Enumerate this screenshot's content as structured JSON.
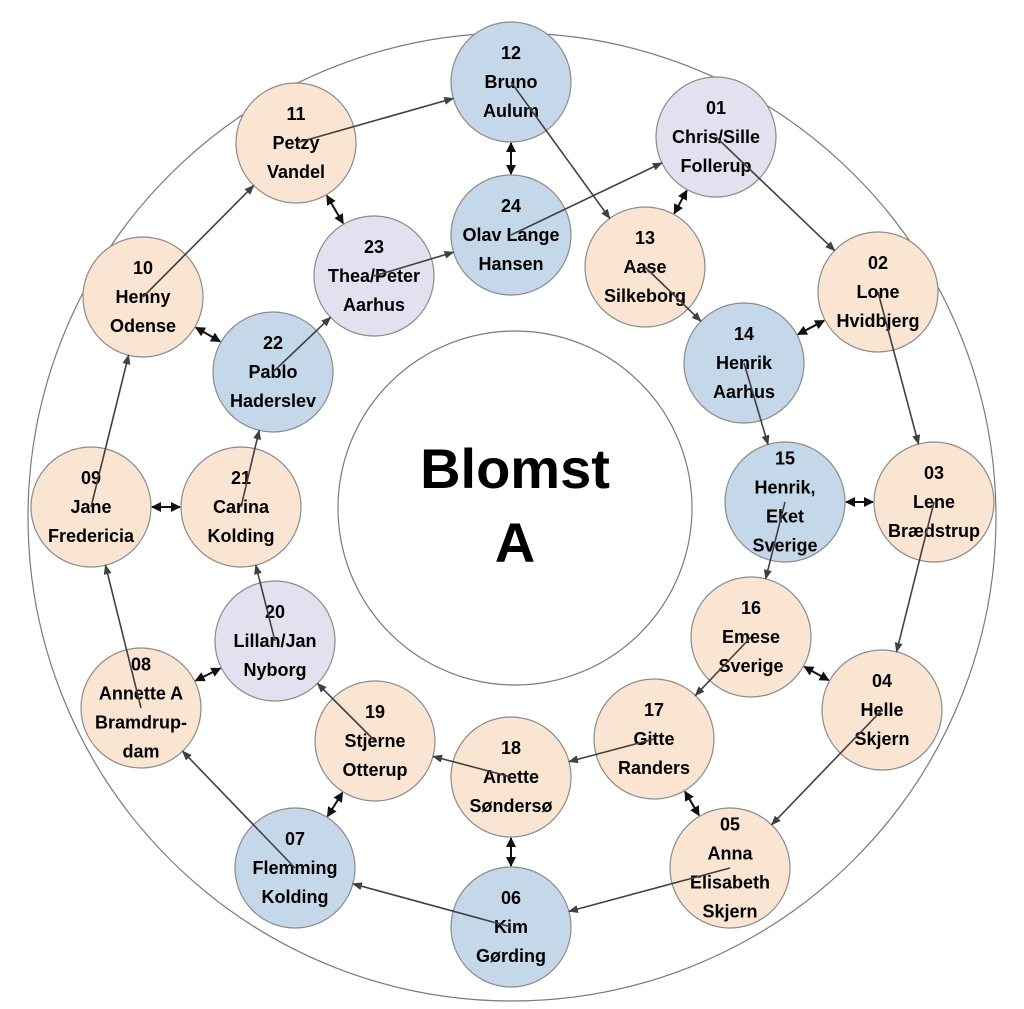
{
  "center": {
    "line1": "Blomst",
    "line2": "A"
  },
  "colors": {
    "peach": "#fae5d3",
    "blue": "#c5d8ea",
    "lavender": "#e4e0f0"
  },
  "nodes": [
    {
      "id": "01",
      "lines": [
        "01",
        "Chris/Sille",
        "Follerup"
      ],
      "color": "lavender"
    },
    {
      "id": "02",
      "lines": [
        "02",
        "Lone",
        "Hvidbjerg"
      ],
      "color": "peach"
    },
    {
      "id": "03",
      "lines": [
        "03",
        "Lene",
        "Brædstrup"
      ],
      "color": "peach"
    },
    {
      "id": "04",
      "lines": [
        "04",
        "Helle",
        "Skjern"
      ],
      "color": "peach"
    },
    {
      "id": "05",
      "lines": [
        "05",
        "Anna",
        "Elisabeth",
        "Skjern"
      ],
      "color": "peach"
    },
    {
      "id": "06",
      "lines": [
        "06",
        "Kim",
        "Gørding"
      ],
      "color": "blue"
    },
    {
      "id": "07",
      "lines": [
        "07",
        "Flemming",
        "Kolding"
      ],
      "color": "blue"
    },
    {
      "id": "08",
      "lines": [
        "08",
        "Annette A",
        "Bramdrup-",
        "dam"
      ],
      "color": "peach"
    },
    {
      "id": "09",
      "lines": [
        "09",
        "Jane",
        "Fredericia"
      ],
      "color": "peach"
    },
    {
      "id": "10",
      "lines": [
        "10",
        "Henny",
        "Odense"
      ],
      "color": "peach"
    },
    {
      "id": "11",
      "lines": [
        "11",
        "Petzy",
        "Vandel"
      ],
      "color": "peach"
    },
    {
      "id": "12",
      "lines": [
        "12",
        "Bruno",
        "Aulum"
      ],
      "color": "blue"
    },
    {
      "id": "13",
      "lines": [
        "13",
        "Aase",
        "Silkeborg"
      ],
      "color": "peach"
    },
    {
      "id": "14",
      "lines": [
        "14",
        "Henrik",
        "Aarhus"
      ],
      "color": "blue"
    },
    {
      "id": "15",
      "lines": [
        "15",
        "Henrik,",
        "Eket",
        "Sverige"
      ],
      "color": "blue"
    },
    {
      "id": "16",
      "lines": [
        "16",
        "Emese",
        "Sverige"
      ],
      "color": "peach"
    },
    {
      "id": "17",
      "lines": [
        "17",
        "Gitte",
        "Randers"
      ],
      "color": "peach"
    },
    {
      "id": "18",
      "lines": [
        "18",
        "Anette",
        "Søndersø"
      ],
      "color": "peach"
    },
    {
      "id": "19",
      "lines": [
        "19",
        "Stjerne",
        "Otterup"
      ],
      "color": "peach"
    },
    {
      "id": "20",
      "lines": [
        "20",
        "Lillan/Jan",
        "Nyborg"
      ],
      "color": "lavender"
    },
    {
      "id": "21",
      "lines": [
        "21",
        "Carina",
        "Kolding"
      ],
      "color": "peach"
    },
    {
      "id": "22",
      "lines": [
        "22",
        "Pablo",
        "Haderslev"
      ],
      "color": "blue"
    },
    {
      "id": "23",
      "lines": [
        "23",
        "Thea/Peter",
        "Aarhus"
      ],
      "color": "lavender"
    },
    {
      "id": "24",
      "lines": [
        "24",
        "Olav Lange",
        "Hansen"
      ],
      "color": "blue"
    }
  ],
  "arrows": [
    [
      "01",
      "02"
    ],
    [
      "02",
      "03"
    ],
    [
      "03",
      "04"
    ],
    [
      "04",
      "05"
    ],
    [
      "05",
      "06"
    ],
    [
      "06",
      "07"
    ],
    [
      "07",
      "08"
    ],
    [
      "08",
      "09"
    ],
    [
      "09",
      "10"
    ],
    [
      "10",
      "11"
    ],
    [
      "11",
      "12"
    ],
    [
      "12",
      "13"
    ],
    [
      "13",
      "14"
    ],
    [
      "14",
      "15"
    ],
    [
      "15",
      "16"
    ],
    [
      "16",
      "17"
    ],
    [
      "17",
      "18"
    ],
    [
      "18",
      "19"
    ],
    [
      "19",
      "20"
    ],
    [
      "20",
      "21"
    ],
    [
      "21",
      "22"
    ],
    [
      "22",
      "23"
    ],
    [
      "23",
      "24"
    ],
    [
      "24",
      "01"
    ]
  ],
  "pairs": [
    [
      "01",
      "13"
    ],
    [
      "02",
      "14"
    ],
    [
      "03",
      "15"
    ],
    [
      "04",
      "16"
    ],
    [
      "05",
      "17"
    ],
    [
      "06",
      "18"
    ],
    [
      "07",
      "19"
    ],
    [
      "08",
      "20"
    ],
    [
      "09",
      "21"
    ],
    [
      "10",
      "22"
    ],
    [
      "11",
      "23"
    ],
    [
      "12",
      "24"
    ]
  ]
}
